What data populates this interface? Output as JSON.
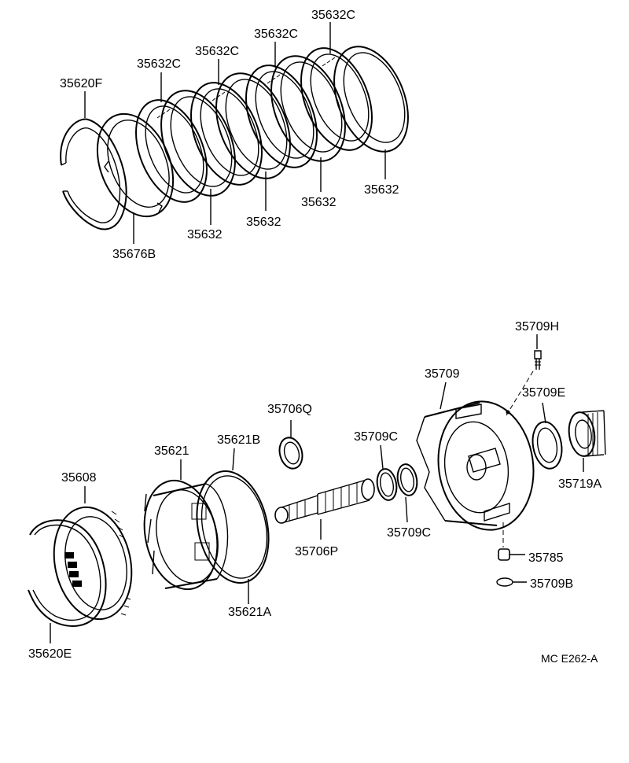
{
  "labels": {
    "p35632C_a": "35632C",
    "p35632C_b": "35632C",
    "p35632C_c": "35632C",
    "p35632C_d": "35632C",
    "p35620F": "35620F",
    "p35632_a": "35632",
    "p35632_b": "35632",
    "p35632_c": "35632",
    "p35632_d": "35632",
    "p35676B": "35676B",
    "p35709H": "35709H",
    "p35709": "35709",
    "p35709E": "35709E",
    "p35706Q": "35706Q",
    "p35709C_a": "35709C",
    "p35709C_b": "35709C",
    "p35621B": "35621B",
    "p35621": "35621",
    "p35608": "35608",
    "p35719A": "35719A",
    "p35706P": "35706P",
    "p35785": "35785",
    "p35709B": "35709B",
    "p35621A": "35621A",
    "p35620E": "35620E"
  },
  "figure_code": "MC  E262-A"
}
